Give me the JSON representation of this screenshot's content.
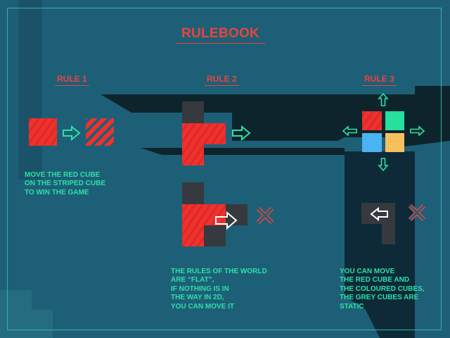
{
  "title": "RULEBOOK",
  "rules": [
    {
      "label": "RULE 1",
      "text": "MOVE THE RED CUBE\nON THE STRIPED CUBE\nTO WIN THE GAME"
    },
    {
      "label": "RULE 2",
      "text": "THE RULES OF THE WORLD\nARE “FLAT”,\nIF NOTHING IS IN\nTHE WAY IN 2D,\nYOU CAN MOVE IT"
    },
    {
      "label": "RULE 3",
      "text": "YOU CAN MOVE\nTHE RED CUBE AND\nTHE COLOURED CUBES,\nTHE GREY CUBES ARE\nSTATIC"
    }
  ],
  "colors": {
    "background": "#1e5f78",
    "accent_red": "#e8453c",
    "text_green": "#2de0a6",
    "cube_red": "#f0312d",
    "cube_green": "#27e4a0",
    "cube_blue": "#4db7f5",
    "cube_yellow": "#fbc35f",
    "cube_grey": "#36393e"
  }
}
